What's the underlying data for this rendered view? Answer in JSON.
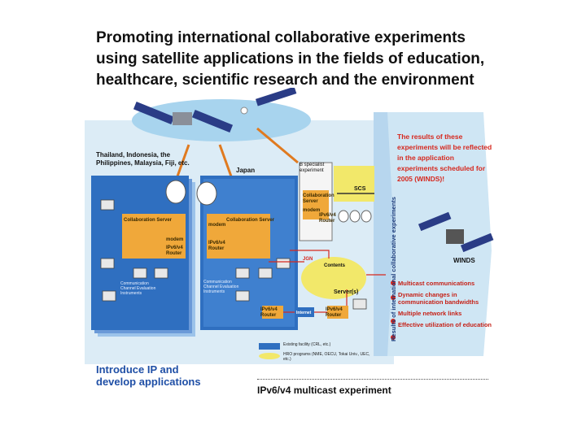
{
  "title": {
    "line1": "Promoting international collaborative experiments",
    "line2": "using satellite applications in the fields of education,",
    "line3": "healthcare, scientific research and the environment"
  },
  "regions": {
    "asia": "Thailand, Indonesia, the Philippines, Malaysia, Fiji, etc.",
    "japan": "Japan",
    "winds": "WINDS",
    "scs": "SCS",
    "jgn": "JGN",
    "internet": "Internet"
  },
  "labels": {
    "collaboration_server": "Collaboration Server",
    "modem": "modem",
    "router": "IPv6/v4 Router",
    "comm_channel": "Communication Channel Evaluation Instruments",
    "contents": "Contents",
    "servers": "Server(s)",
    "b_specialist": "B specialist experiment",
    "vertical": "Results of international collaborative experiments"
  },
  "results_text": "The results of these experiments will be reflected in the application experiments scheduled for 2005 (WINDS)!",
  "bullets": [
    "Multicast communications",
    "Dynamic changes in communication bandwidths",
    "Multiple network links",
    "Effective utilization of education"
  ],
  "legend": {
    "existing": "Existing facility (CRL, etc.)",
    "hro": "HRO programs (NME, OECU, Tokai Univ., UEC, etc.)"
  },
  "footer": {
    "left_line1": "Introduce IP and",
    "left_line2": "develop applications",
    "right": "IPv6/v4 multicast experiment"
  },
  "colors": {
    "title": "#111111",
    "accent_blue": "#1f4fa6",
    "panel_blue": "#2f6fc0",
    "orange_box": "#f0a83a",
    "red_text": "#d6281e",
    "light_blue": "#d5eaf6",
    "yellow": "#f2e86a"
  }
}
